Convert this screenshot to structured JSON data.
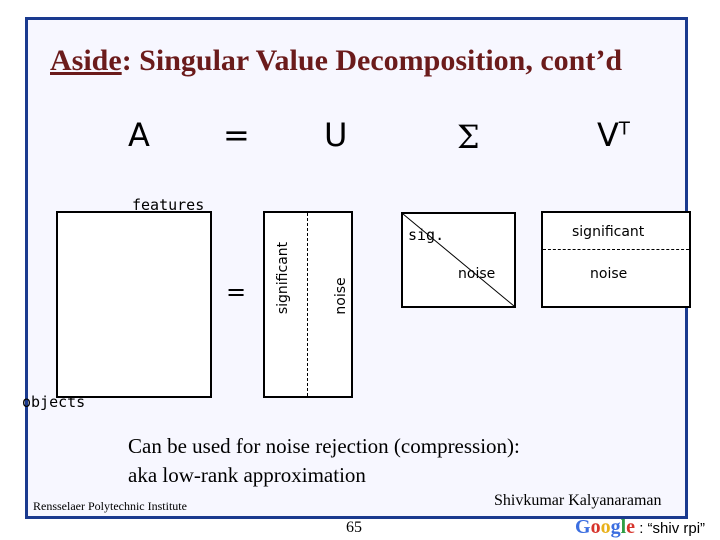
{
  "slide": {
    "title_underlined": "Aside",
    "title_rest": ": Singular Value Decomposition, cont’d",
    "equation": {
      "a": "A",
      "equals": "=",
      "u": "U",
      "sigma": "Σ",
      "vt": "V",
      "vt_sup": "T"
    },
    "labels": {
      "features": "features",
      "objects": "objects",
      "equals": "=",
      "u_significant": "significant",
      "u_noise": "noise",
      "sigma_sig": "sig.",
      "sigma_noise": "noise",
      "vt_significant": "significant",
      "vt_noise": "noise"
    },
    "caption_line1": "Can be used for noise rejection (compression):",
    "caption_line2": "aka low-rank approximation",
    "footer_left": "Rensselaer Polytechnic Institute",
    "footer_right": "Shivkumar Kalyanaraman",
    "page_number": "65",
    "search": {
      "logo": "Google",
      "query": ": “shiv rpi”"
    }
  },
  "colors": {
    "frame": "#1a3a8f",
    "title": "#6b1b1b",
    "background": "#f7f7ff"
  }
}
